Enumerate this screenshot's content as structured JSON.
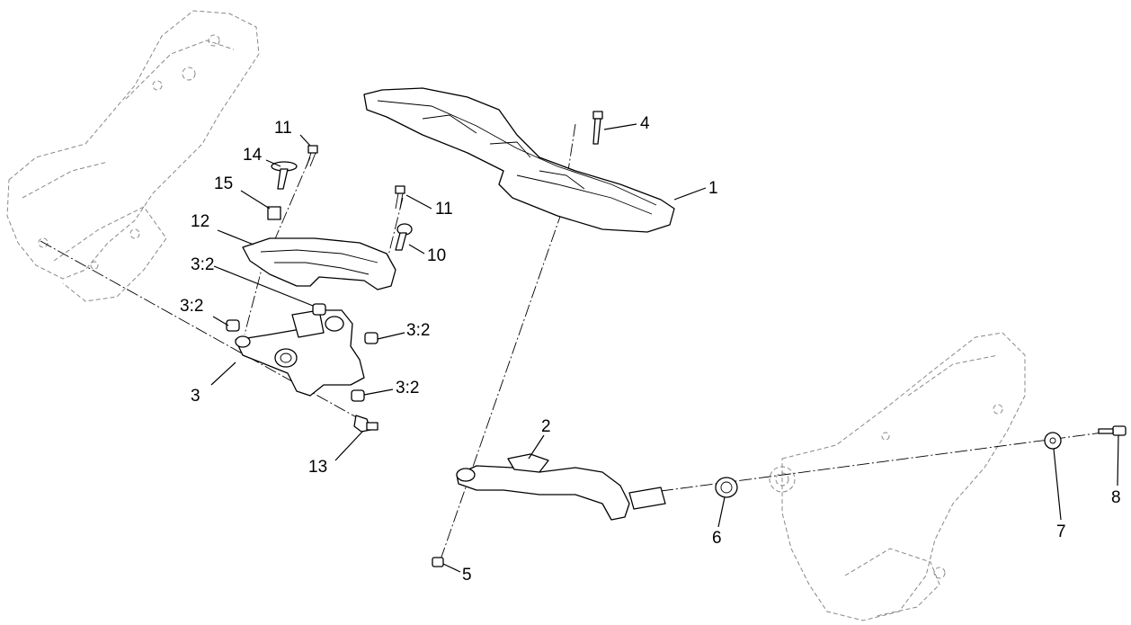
{
  "callouts": [
    {
      "id": "c1",
      "label": "1"
    },
    {
      "id": "c2",
      "label": "2"
    },
    {
      "id": "c3",
      "label": "3"
    },
    {
      "id": "c3a",
      "label": "3:2"
    },
    {
      "id": "c3b",
      "label": "3:2"
    },
    {
      "id": "c3c",
      "label": "3:2"
    },
    {
      "id": "c3d",
      "label": "3:2"
    },
    {
      "id": "c4",
      "label": "4"
    },
    {
      "id": "c5",
      "label": "5"
    },
    {
      "id": "c6",
      "label": "6"
    },
    {
      "id": "c7",
      "label": "7"
    },
    {
      "id": "c8",
      "label": "8"
    },
    {
      "id": "c10",
      "label": "10"
    },
    {
      "id": "c11a",
      "label": "11"
    },
    {
      "id": "c11b",
      "label": "11"
    },
    {
      "id": "c12",
      "label": "12"
    },
    {
      "id": "c13",
      "label": "13"
    },
    {
      "id": "c14",
      "label": "14"
    },
    {
      "id": "c15",
      "label": "15"
    }
  ]
}
